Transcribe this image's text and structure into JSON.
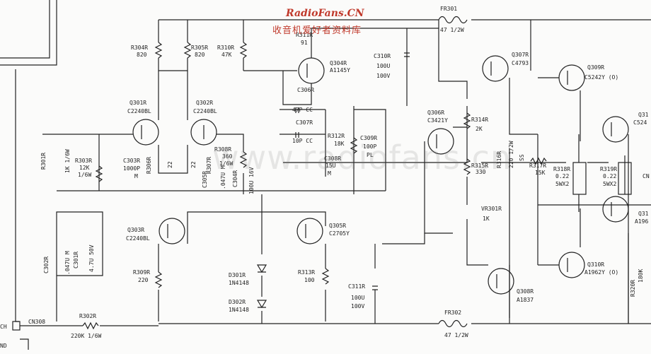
{
  "brand": {
    "title": "RadioFans.CN",
    "subtitle": "收音机爱好者资料库",
    "watermark": "www.radiofans.cn"
  },
  "labels": {
    "fr301": "FR301",
    "fr301v": "47 1/2W",
    "fr302": "FR302",
    "fr302v": "47 1/2W",
    "r304": "R304R",
    "r304v": "820",
    "r305": "R305R",
    "r305v": "820",
    "r310": "R310R",
    "r310v": "47K",
    "r311": "R311R",
    "r311v": "91",
    "q304": "Q304R",
    "q304v": "A1145Y",
    "c310": "C310R",
    "c310a": "100U",
    "c310b": "100V",
    "q307": "Q307R",
    "q307v": "C4793",
    "q309": "Q309R",
    "q309v": "C5242Y (O)",
    "q311": "Q31",
    "q311v": "C524",
    "q301": "Q301R",
    "q301v": "C2240BL",
    "q302": "Q302R",
    "q302v": "C2240BL",
    "c306": "C306R",
    "c306v": "47P CC",
    "c307": "C307R",
    "c307v": "10P CC",
    "q306": "Q306R",
    "q306v": "C3421Y",
    "r314": "R314R",
    "r314v": "2K",
    "r312": "R312R",
    "r312v": "18K",
    "c309": "C309R",
    "c309a": "100P",
    "c309b": "PL",
    "r316": "R316R",
    "r316a": "220 1/2W",
    "r316b": "SS",
    "r301": "R301R",
    "r301v": "1K 1/6W",
    "r303": "R303R",
    "r303a": "12K",
    "r303b": "1/6W",
    "r306": "R306R",
    "r306v": "22",
    "r307": "R307R",
    "r307v": "22",
    "r308": "R308R",
    "r308a": "360",
    "r308b": "1/6W",
    "c308": "C308R",
    "c308a": "15U",
    "c308b": "M",
    "r315": "R315R",
    "r315v": "330",
    "r317": "R317R",
    "r317v": "15K",
    "c303": "C303R",
    "c303a": "1000P",
    "c303b": "M",
    "c305": "C305R",
    "c305v": ".047U M",
    "c304": "C304R",
    "c304v": "100U 16V",
    "r318": "R318R",
    "r318a": "0.22",
    "r318b": "5WX2",
    "r319": "R319R",
    "r319a": "0.22",
    "r319b": "5WX2",
    "cn": "CN",
    "vr301": "VR301R",
    "vr301v": "1K",
    "c302": "C302R",
    "c302v": ".047U M",
    "c301": "C301R",
    "c301v": "4.7U 50V",
    "q303": "Q303R",
    "q303v": "C2240BL",
    "q305": "Q305R",
    "q305v": "C2705Y",
    "q312": "Q31",
    "q312v": "A196",
    "d301": "D301R",
    "d301v": "1N4148",
    "d302": "D302R",
    "d302v": "1N4148",
    "r309": "R309R",
    "r309v": "220",
    "r313": "R313R",
    "r313v": "100",
    "c311": "C311R",
    "c311a": "100U",
    "c311b": "100V",
    "q310": "Q310R",
    "q310v": "A1962Y (O)",
    "q308": "Q308R",
    "q308v": "A1837",
    "r320": "R320R",
    "r320v": "180K",
    "cn308": "CN308",
    "r302": "R302R",
    "r302v": "220K 1/6W",
    "ch": "CH",
    "gnd": "ND"
  }
}
